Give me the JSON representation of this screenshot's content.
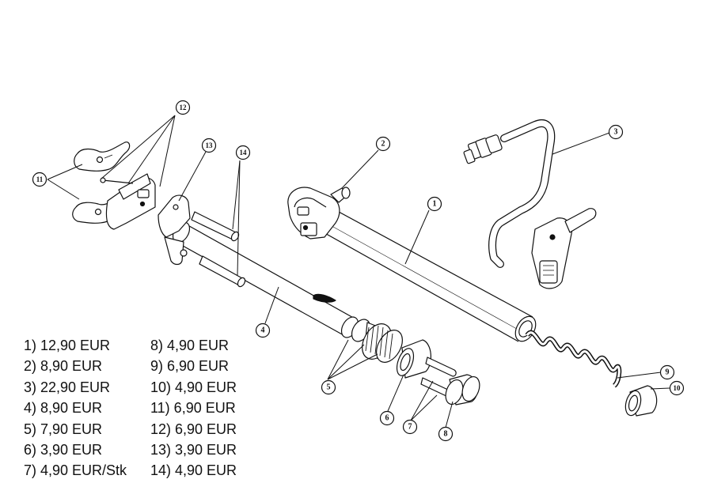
{
  "price_list": {
    "left_column": [
      "1) 12,90 EUR",
      "2) 8,90 EUR",
      "3) 22,90 EUR",
      "4) 8,90 EUR",
      "5) 7,90 EUR",
      "6) 3,90 EUR",
      "7) 4,90 EUR/Stk"
    ],
    "right_column": [
      "8) 4,90 EUR",
      "9) 6,90 EUR",
      "10) 4,90 EUR",
      "11) 6,90 EUR",
      "12) 6,90 EUR",
      "13) 3,90 EUR",
      "14) 4,90 EUR"
    ]
  },
  "callouts": [
    "1",
    "2",
    "3",
    "4",
    "5",
    "6",
    "7",
    "8",
    "9",
    "10",
    "11",
    "12",
    "13",
    "14"
  ],
  "colors": {
    "line": "#111111",
    "background": "#ffffff",
    "part_fill": "#ffffff",
    "shade": "#e4e4e4"
  }
}
